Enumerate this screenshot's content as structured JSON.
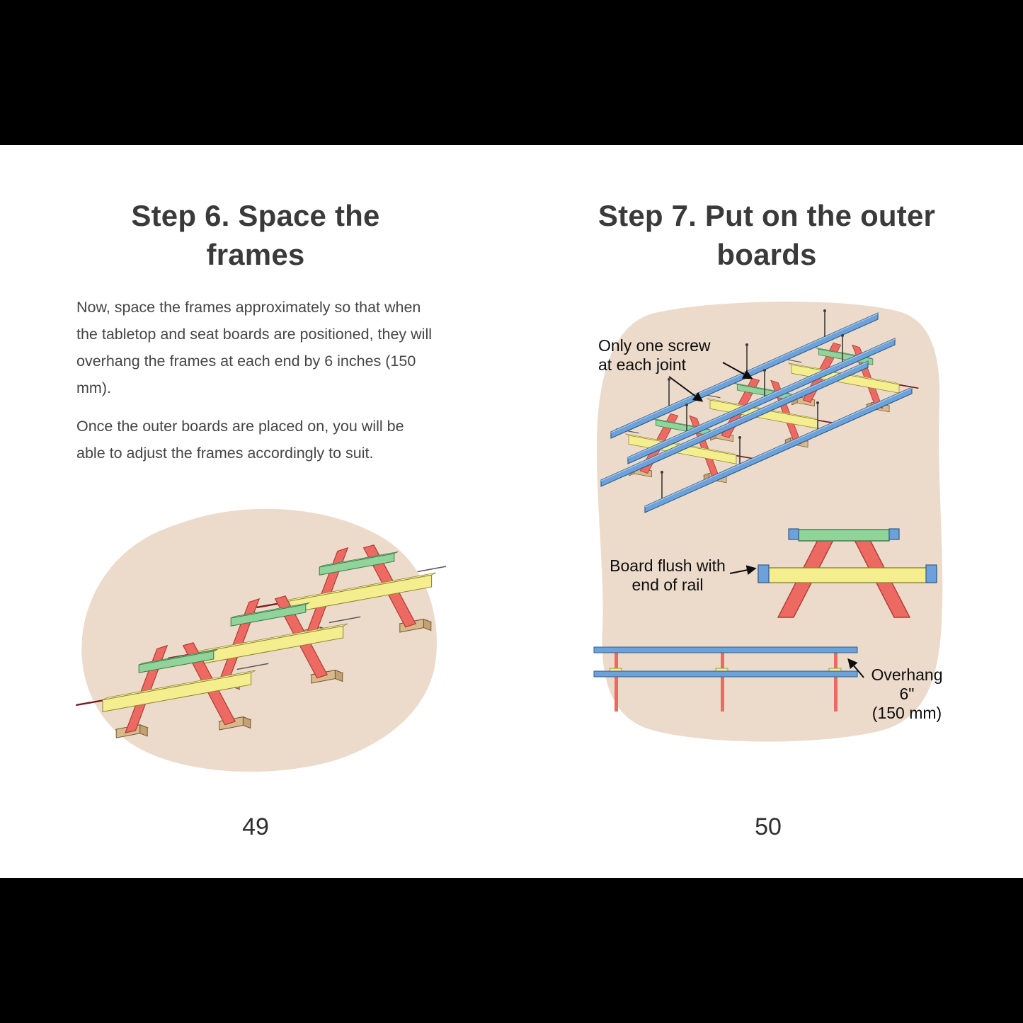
{
  "palette": {
    "letterbox": "#000000",
    "page_background": "#ffffff",
    "blob_beige": "#ecdbca",
    "board_yellow": "#f5ee8e",
    "board_green": "#90d49a",
    "leg_red": "#ed6a63",
    "outer_board_blue": "#6ca2d9",
    "foot_tan": "#d9b98b",
    "heading_text": "#3a3a3a",
    "body_text": "#454545"
  },
  "left_page": {
    "heading": "Step 6. Space the frames",
    "paragraphs": [
      "Now, space the frames approximately so that when the tabletop and seat boards are positioned, they will overhang the frames at each end by 6 inches (150 mm).",
      "Once the outer boards are placed on, you will be able to adjust the frames accordingly to suit."
    ],
    "page_number": "49"
  },
  "right_page": {
    "heading": "Step 7. Put on the outer boards",
    "annotations": {
      "only_one_screw": [
        "Only one screw",
        "at each joint"
      ],
      "board_flush": [
        "Board flush with",
        "end of rail"
      ],
      "overhang": [
        "Overhang 6\"",
        "(150 mm)"
      ]
    },
    "page_number": "50"
  }
}
